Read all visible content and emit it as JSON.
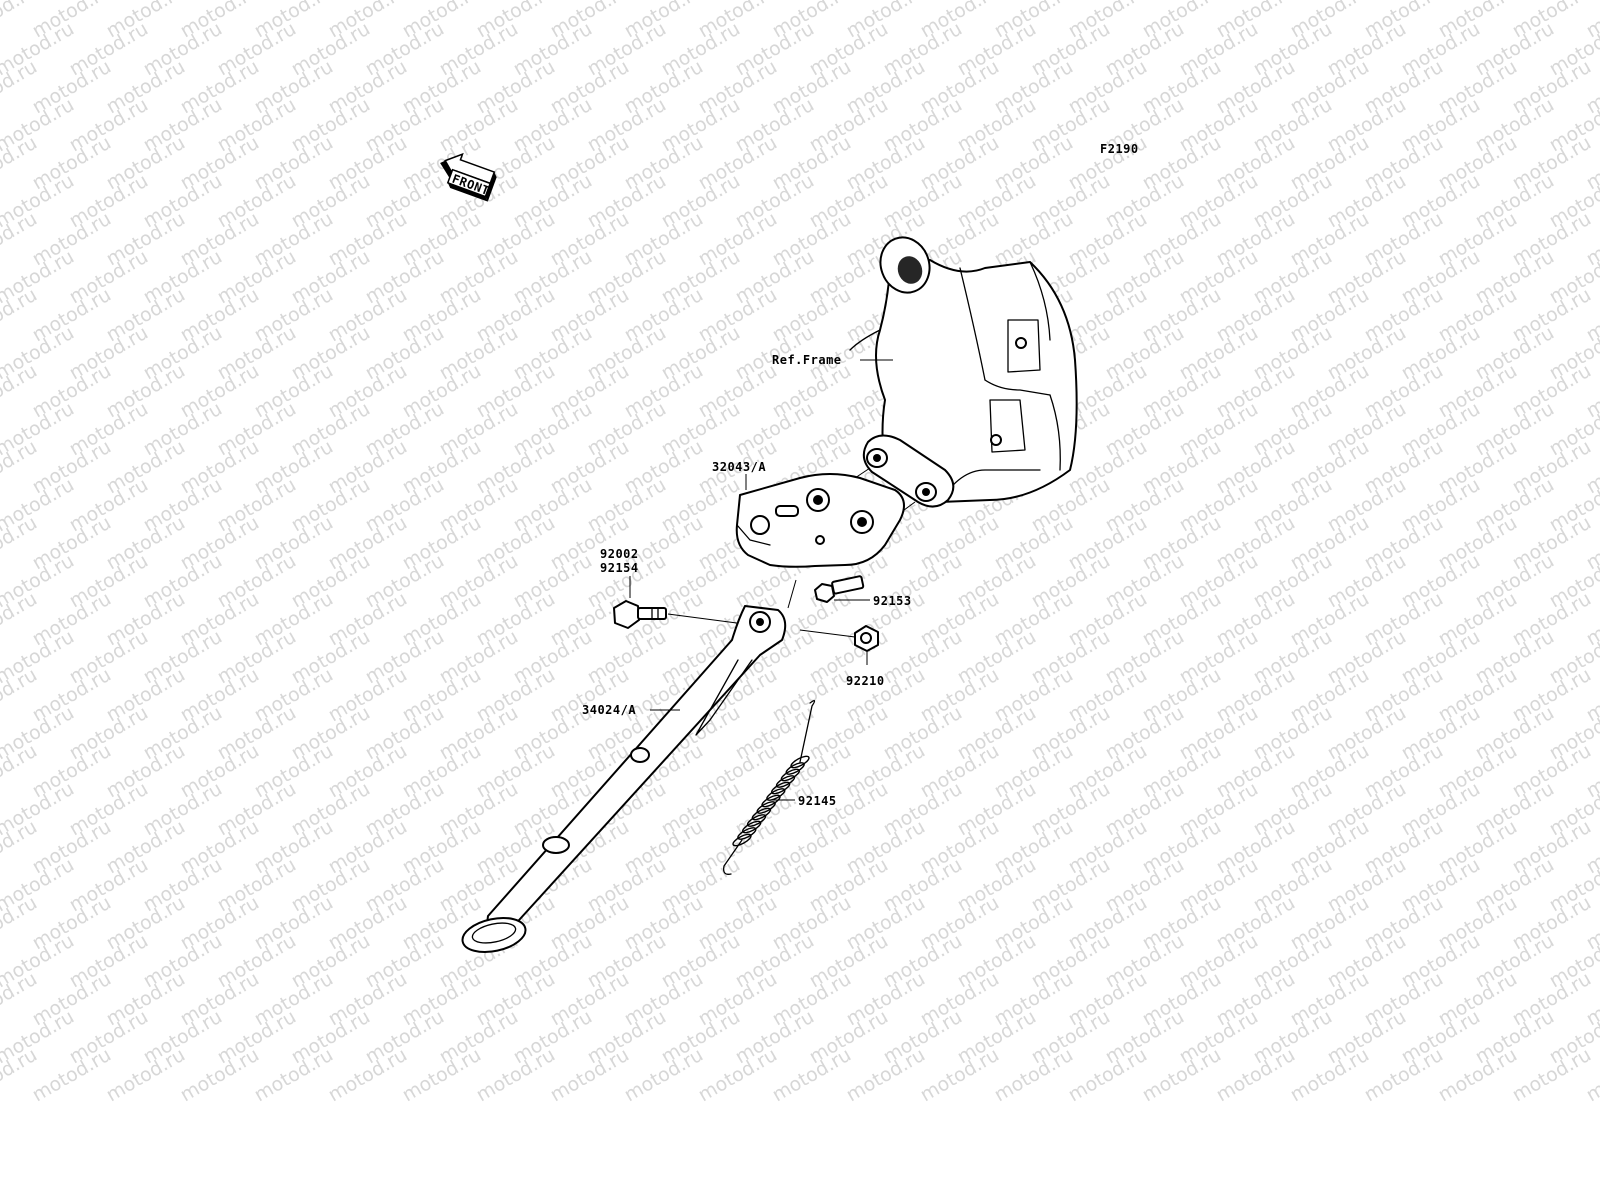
{
  "diagram": {
    "code": "F2190",
    "direction_label": "FRONT",
    "watermark": "motod.ru",
    "colors": {
      "line": "#000000",
      "background": "#ffffff",
      "watermark": "#d7d7d7"
    },
    "labels": {
      "ref_frame": "Ref.Frame",
      "bracket": "32043/A",
      "bolt_a": "92002",
      "bolt_b": "92154",
      "bolt_small": "92153",
      "nut": "92210",
      "stand": "34024/A",
      "spring": "92145"
    }
  }
}
